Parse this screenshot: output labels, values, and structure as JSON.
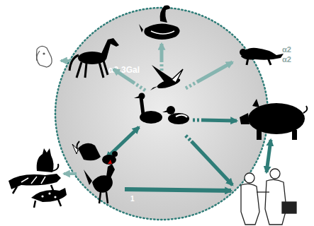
{
  "diagram": {
    "nodes": [
      {
        "text": [
          "α2-3Gal"
        ]
      }
    ],
    "labels": [
      "α2",
      "α2",
      "1"
    ]
  }
}
